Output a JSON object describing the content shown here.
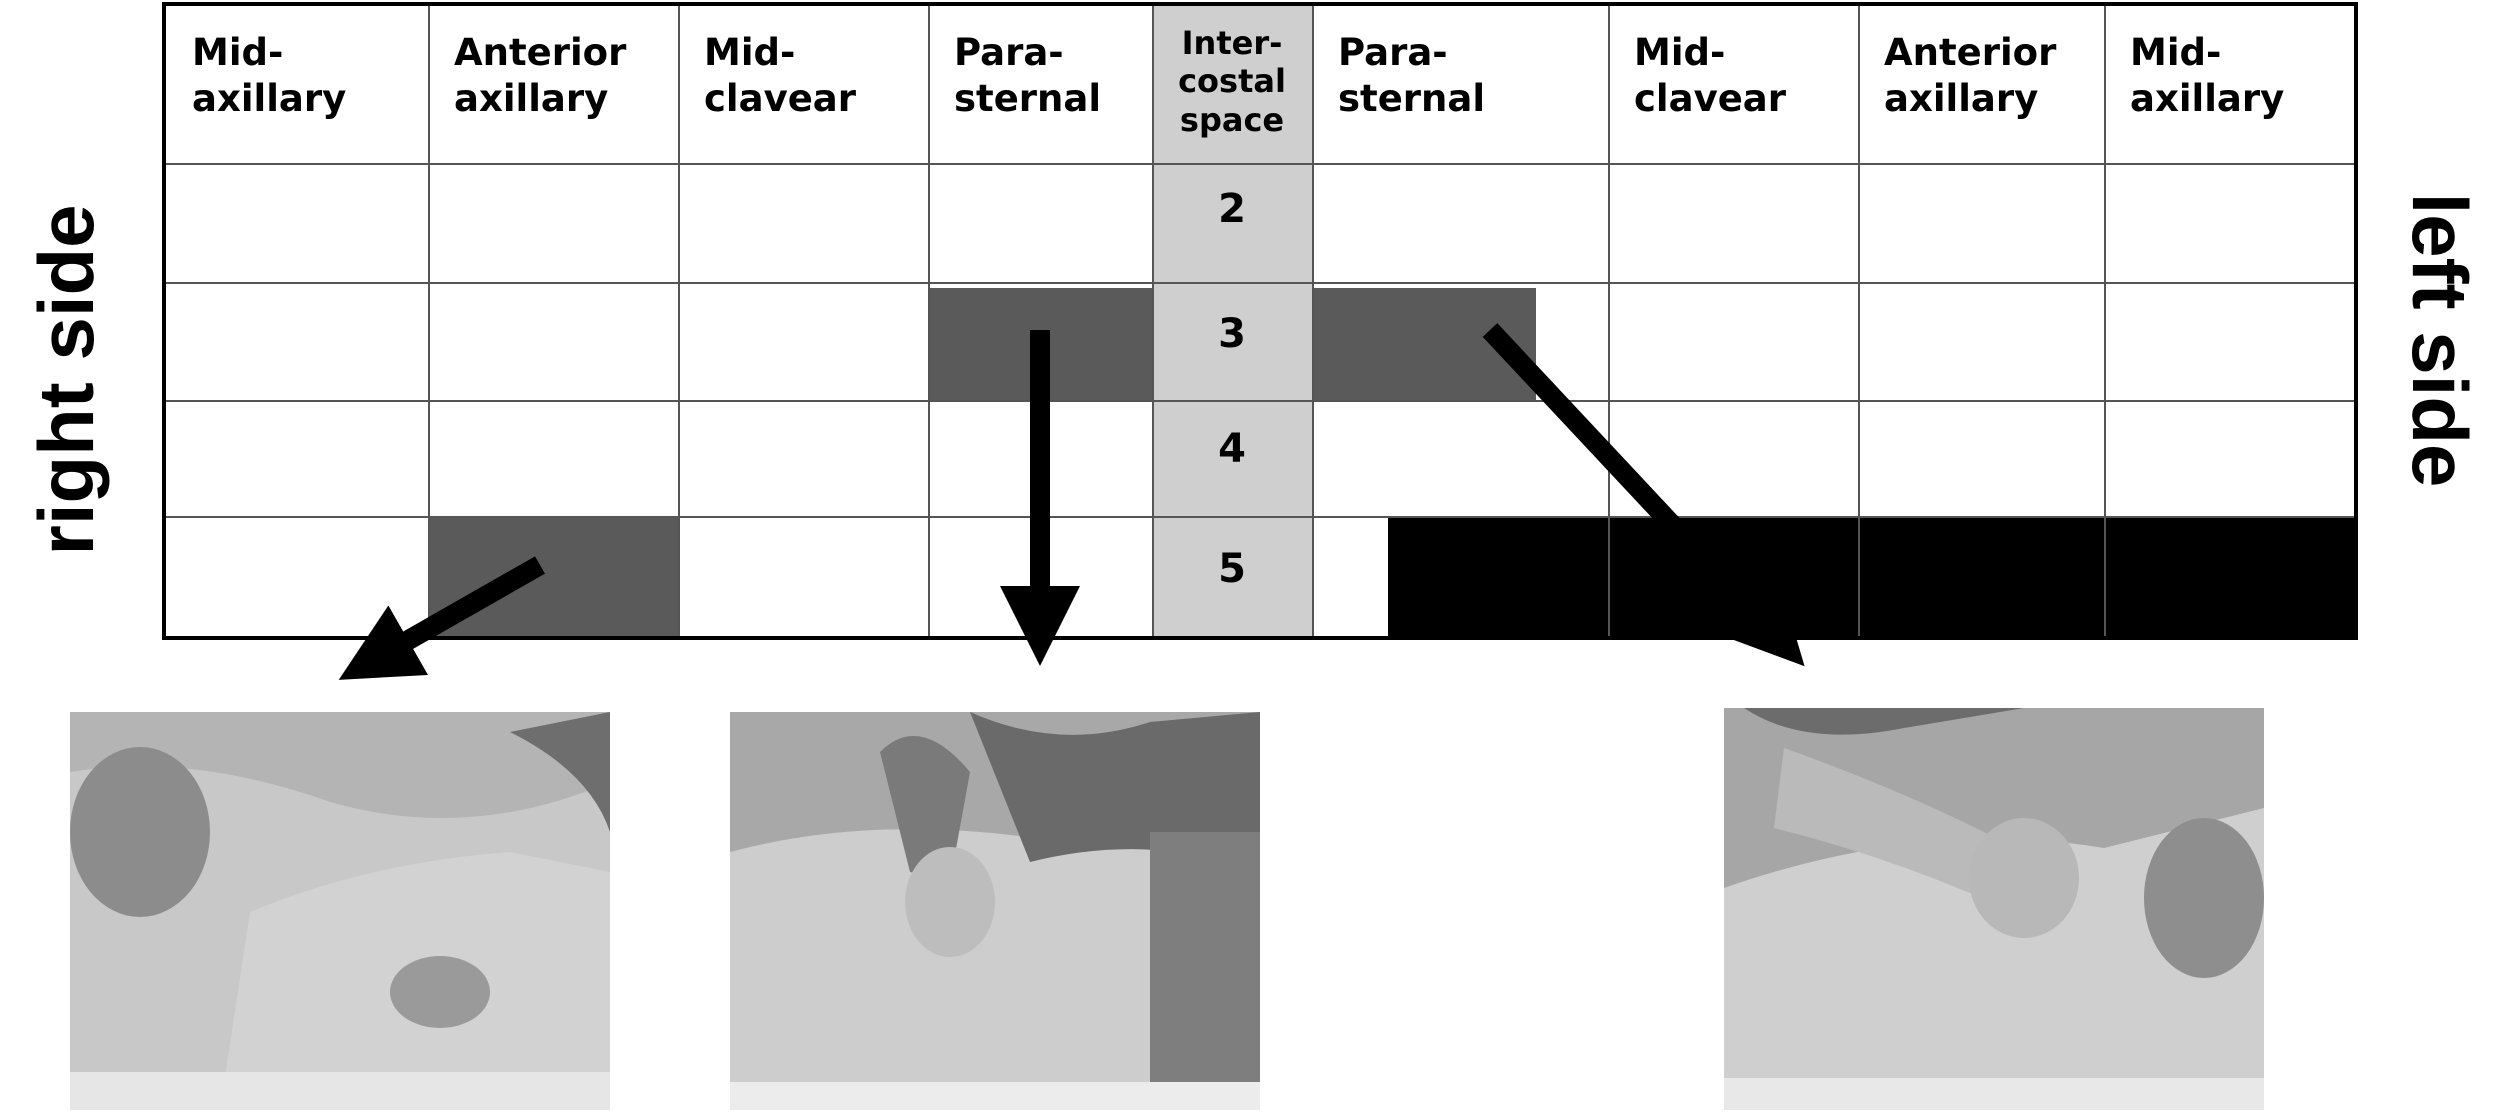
{
  "side_labels": {
    "right": "right side",
    "left": "left side"
  },
  "grid": {
    "headers": [
      "Mid-\naxillary",
      "Anterior\naxillary",
      "Mid-\nclavear",
      "Para-\nsternal",
      "Inter-\ncostal\nspace",
      "Para-\nsternal",
      "Mid-\nclavear",
      "Anterior\naxillary",
      "Mid-\naxillary"
    ],
    "intercostal_spaces": [
      "2",
      "3",
      "4",
      "5"
    ]
  },
  "colors": {
    "probe_zone": "#5a5a5a",
    "cardiac_zone": "#000000",
    "intercostal_column": "#cfcfcf"
  },
  "photos": [
    {
      "name": "probe-right-anterior-axillary-photo"
    },
    {
      "name": "probe-right-parasternal-photo"
    },
    {
      "name": "probe-left-parasternal-photo"
    }
  ]
}
